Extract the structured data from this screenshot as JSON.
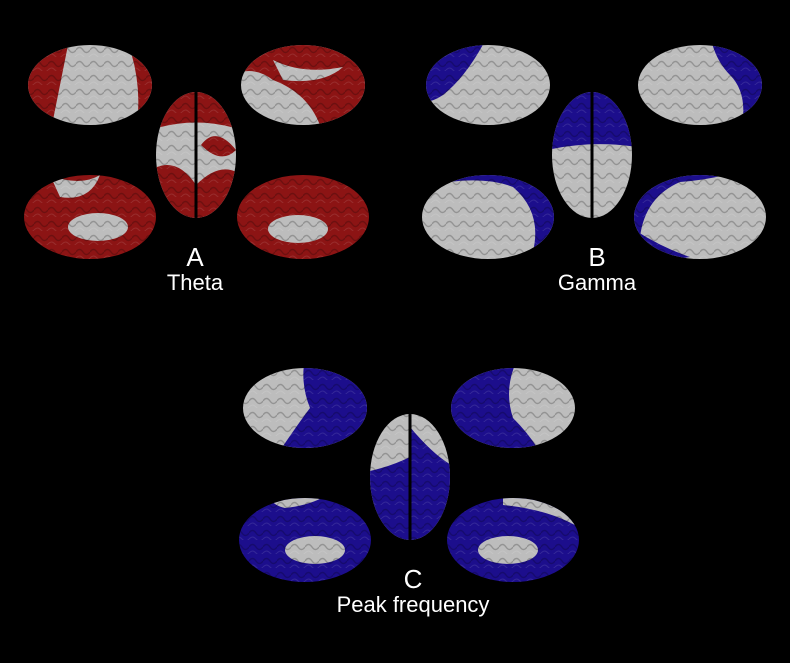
{
  "figure": {
    "background": "#000000",
    "surface_color": "#bdbdbd",
    "panels": [
      {
        "id": "a",
        "letter": "A",
        "title": "Theta",
        "highlight_color": "#8c1414"
      },
      {
        "id": "b",
        "letter": "B",
        "title": "Gamma",
        "highlight_color": "#1c0e8c"
      },
      {
        "id": "c",
        "letter": "C",
        "title": "Peak frequency",
        "highlight_color": "#1c0e8c"
      }
    ]
  }
}
